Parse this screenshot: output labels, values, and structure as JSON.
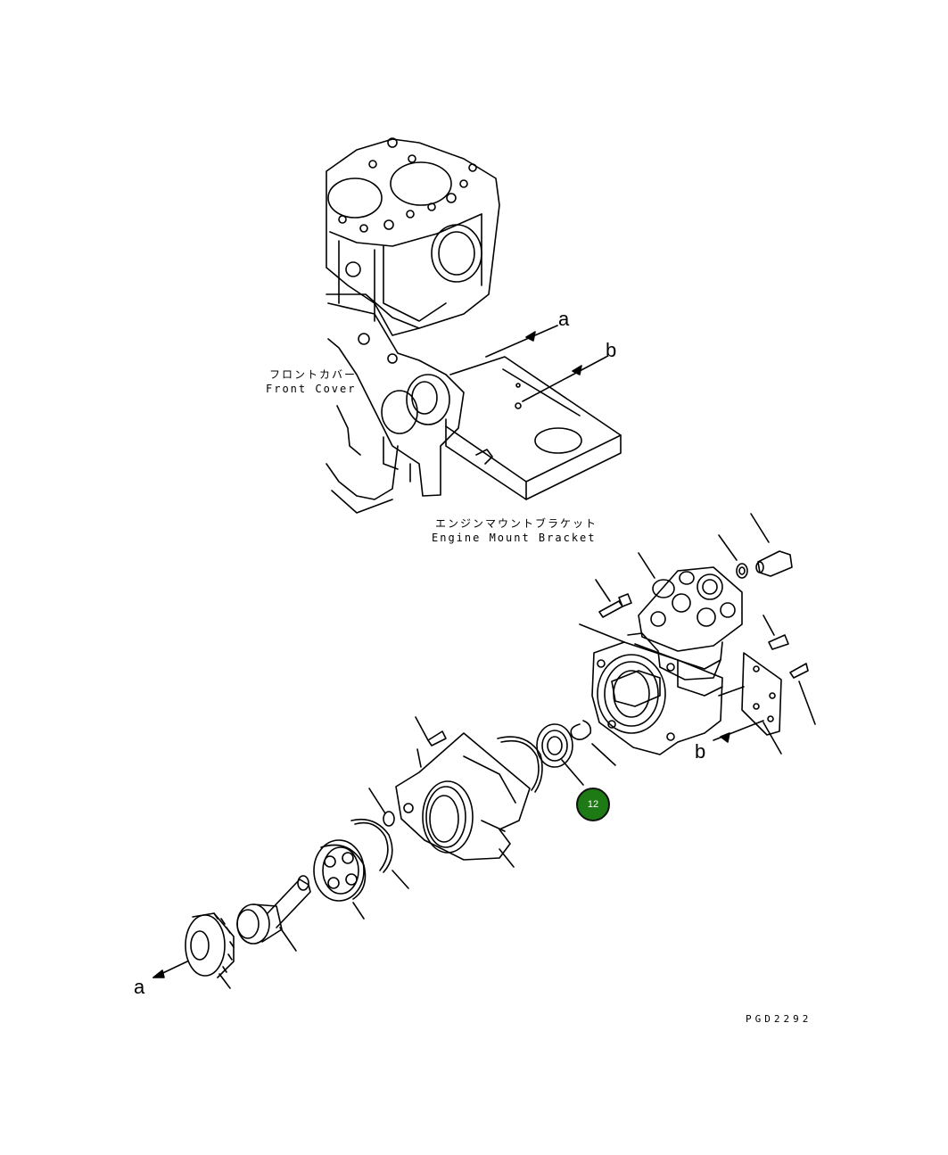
{
  "labels": {
    "front_cover_jp": "フロントカバー",
    "front_cover_en": "Front Cover",
    "mount_bracket_jp": "エンジンマウントブラケット",
    "mount_bracket_en": "Engine Mount Bracket",
    "ref_a_top": "a",
    "ref_b_top": "b",
    "ref_b_lower": "b",
    "ref_a_lower": "a",
    "drawing_code": "PGD2292"
  },
  "callouts": [
    {
      "number": "12",
      "color": "#1e7a14"
    }
  ]
}
